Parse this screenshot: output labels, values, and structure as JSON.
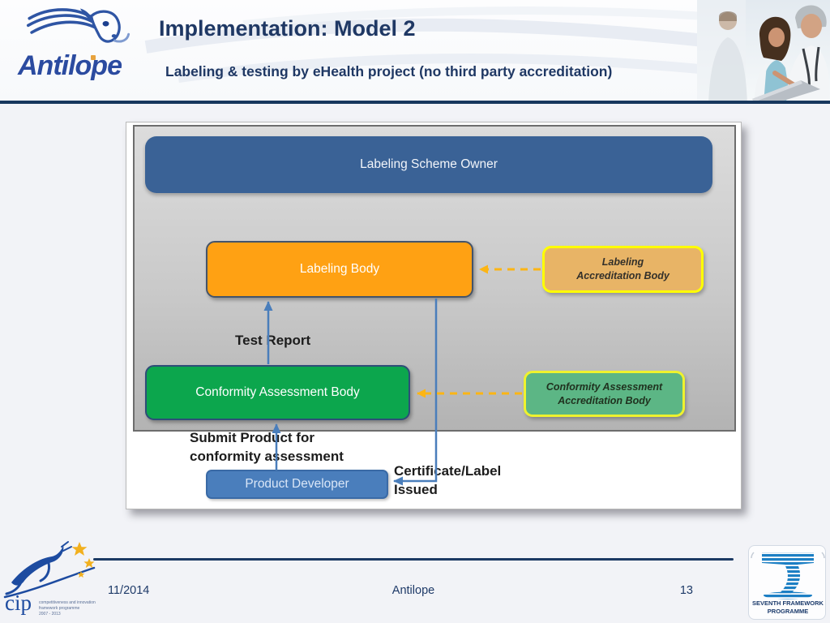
{
  "header": {
    "logo_text": "Antilope",
    "title": "Implementation: Model 2",
    "subtitle": "Labeling & testing by eHealth project (no third party accreditation)"
  },
  "diagram": {
    "scheme_owner": "Labeling Scheme Owner",
    "labeling_body": "Labeling Body",
    "labeling_accreditation_line1": "Labeling",
    "labeling_accreditation_line2": "Accreditation Body",
    "conformity_body": "Conformity Assessment Body",
    "conformity_accreditation_line1": "Conformity Assessment",
    "conformity_accreditation_line2": "Accreditation Body",
    "product_developer": "Product Developer",
    "test_report": "Test Report",
    "submit_line1": "Submit Product for",
    "submit_line2": "conformity assessment",
    "certificate_line1": "Certificate/Label",
    "certificate_line2": "Issued"
  },
  "footer": {
    "date": "11/2014",
    "project": "Antilope",
    "page": "13",
    "cip_name": "cip",
    "cip_line1": "competitiveness and innovation",
    "cip_line2": "framework programme",
    "cip_line3": "2007 - 2013",
    "fp7_line1": "SEVENTH FRAMEWORK",
    "fp7_line2": "PROGRAMME"
  },
  "colors": {
    "accent_navy": "#1e3a68",
    "scheme_owner_blue": "#3a6296",
    "labeling_orange": "#ffa113",
    "accreditation_tan": "#e8b466",
    "conformity_green": "#0ca64d",
    "accreditation_green": "#5cb685",
    "developer_blue": "#4a7ebc",
    "arrow_blue": "#4a7ebb",
    "arrow_dashed_yellow": "#fcb514",
    "highlight_yellow": "#ffff00"
  }
}
